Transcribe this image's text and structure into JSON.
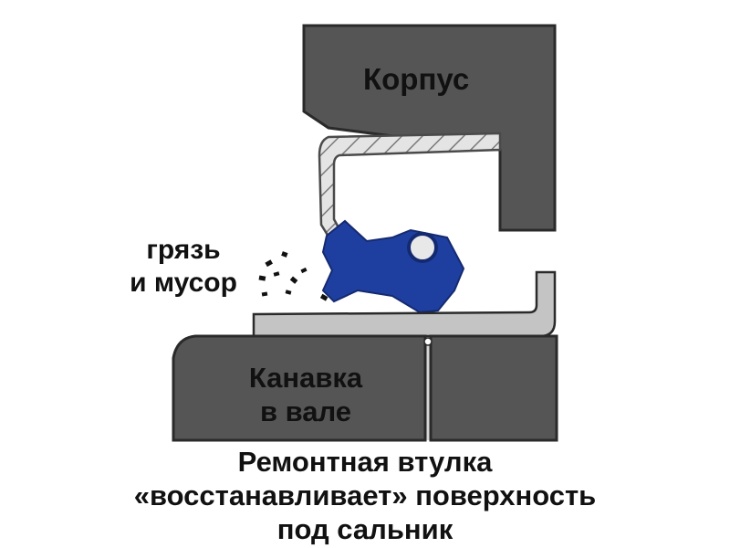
{
  "labels": {
    "housing": "Корпус",
    "dirt_line1": "грязь",
    "dirt_line2": "и мусор",
    "groove_line1": "Канавка",
    "groove_line2": "в вале"
  },
  "caption": {
    "line1": "Ремонтная втулка",
    "line2": "«восстанавливает» поверхность",
    "line3": "под сальник"
  },
  "colors": {
    "housing_fill": "#555555",
    "shaft_fill": "#555555",
    "outline": "#2a2a2a",
    "sleeve_fill": "#c4c4c4",
    "seal_case_fill": "#d9d9d9",
    "seal_lip_fill": "#1f3fa0",
    "dirt": "#111111"
  }
}
